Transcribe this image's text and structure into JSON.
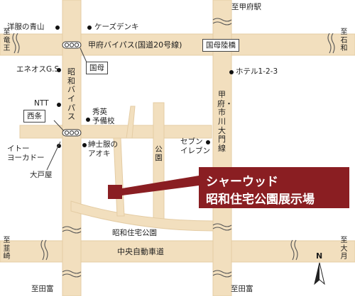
{
  "map": {
    "road_color": "#f2dfbe",
    "road_edge": "#e4cca4",
    "accent_color": "#8a1e22",
    "roads": {
      "kofu_bypass": "甲府バイパス(国道20号線)",
      "showa_bypass": "昭和バイパス",
      "kofu_ichikawa_line": "甲府・市川大門線",
      "chuo_expressway": "中央自動車道",
      "showa_housing_park": "昭和住宅公園",
      "park": "公園"
    },
    "directions": {
      "to_kofu_station": "至甲府駅",
      "to_ryuo": "至竜王",
      "to_isawa": "至石和",
      "to_nirasaki": "至韮崎",
      "to_otsuki": "至大月",
      "to_tatomi_left": "至田富",
      "to_tatomi_right": "至田富"
    },
    "intersections": {
      "kokubo": "国母",
      "kokubo_rikkyo": "国母陸橋",
      "saijo": "西条"
    },
    "landmarks": {
      "aoyama": "洋服の青山",
      "ksdenki": "ケーズデンキ",
      "eneos": "エネオスG.S",
      "hotel": "ホテル1-2-3",
      "ntt": "NTT",
      "shuei": "秀英\n予備校",
      "seven": "セブン\nイレブン",
      "itoyokado": "イトー\nヨーカドー",
      "aoki": "紳士服の\nアオキ",
      "ohtoya": "大戸屋"
    },
    "destination": {
      "line1": "シャーウッド",
      "line2": "昭和住宅公園展示場"
    },
    "north_label": "N"
  }
}
